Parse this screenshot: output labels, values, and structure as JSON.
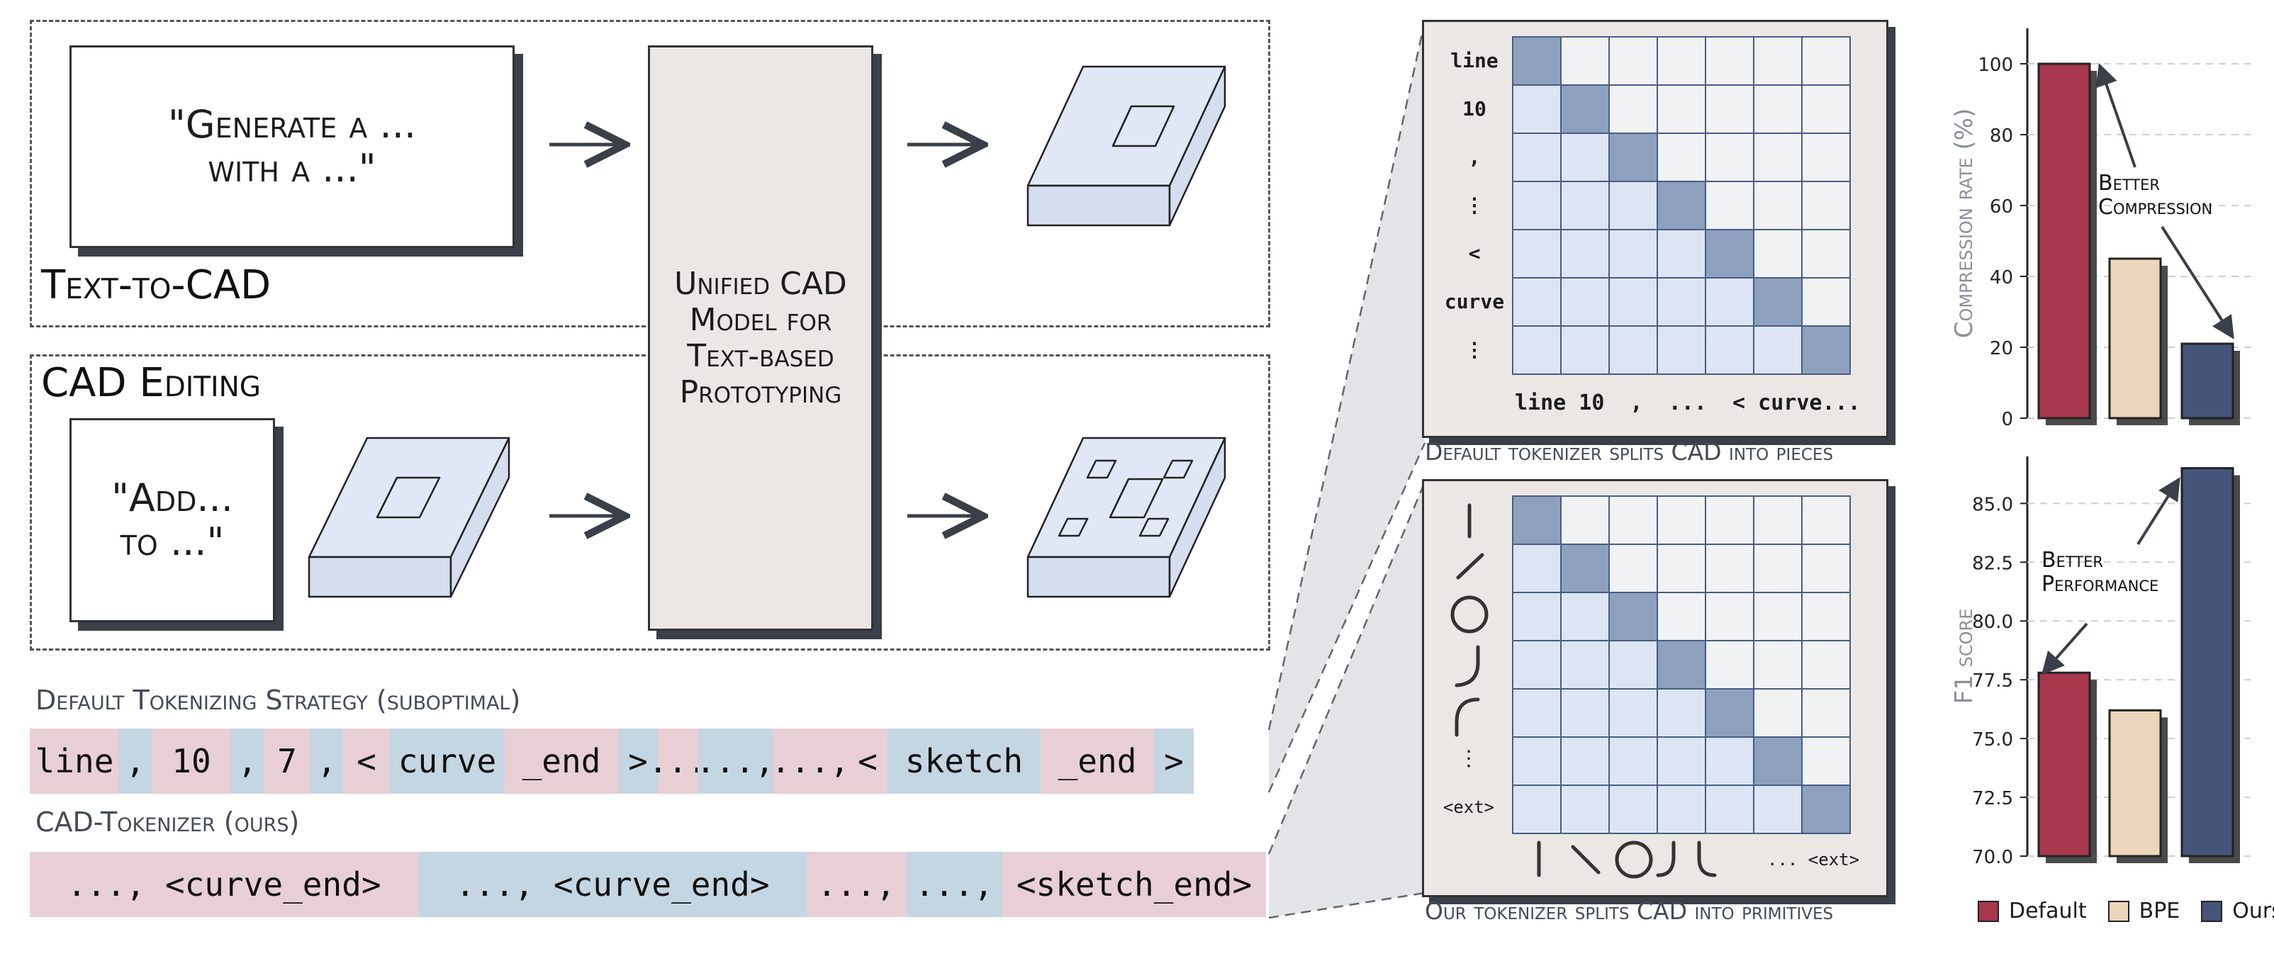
{
  "left_panel": {
    "text_to_cad_label": "Text-to-CAD",
    "cad_editing_label": "CAD Editing",
    "prompt_generate": "\"Generate a ...\nwith a ...\"",
    "prompt_add": "\"Add...\nto ...\"",
    "unified_model": "Unified CAD\nModel for\nText-based\nPrototyping"
  },
  "tokenizing": {
    "default_title": "Default Tokenizing Strategy (suboptimal)",
    "default_tokens": [
      {
        "text": "line",
        "color": "pink"
      },
      {
        "text": ",",
        "color": "blue"
      },
      {
        "text": "10",
        "color": "pink"
      },
      {
        "text": ",",
        "color": "blue"
      },
      {
        "text": "7",
        "color": "pink"
      },
      {
        "text": ",",
        "color": "blue"
      },
      {
        "text": "<",
        "color": "pink"
      },
      {
        "text": "curve",
        "color": "blue"
      },
      {
        "text": "_end",
        "color": "pink"
      },
      {
        "text": ">",
        "color": "blue"
      },
      {
        "text": "...",
        "color": "pink"
      },
      {
        "text": "...,",
        "color": "blue"
      },
      {
        "text": "...,",
        "color": "pink"
      },
      {
        "text": "<",
        "color": "pink"
      },
      {
        "text": "sketch",
        "color": "blue"
      },
      {
        "text": "_end",
        "color": "pink"
      },
      {
        "text": ">",
        "color": "blue"
      }
    ],
    "ours_title": "CAD-Tokenizer (ours)",
    "ours_tokens": [
      {
        "text": "..., <curve_end>",
        "color": "pink"
      },
      {
        "text": "..., <curve_end>",
        "color": "blue"
      },
      {
        "text": "...,",
        "color": "pink"
      },
      {
        "text": "...,",
        "color": "blue"
      },
      {
        "text": "<sketch_end>",
        "color": "pink"
      }
    ]
  },
  "matrices": {
    "top_row_labels": [
      "line",
      "10",
      ",",
      "⋮",
      "<",
      "curve",
      "⋮"
    ],
    "top_axis_label": "line 10  ,  ...  < curve...",
    "top_caption": "Default tokenizer splits CAD into pieces",
    "bottom_row_last": "<ext>",
    "bottom_row_vdots": "⋮",
    "bottom_axis_label": "... <ext>",
    "bottom_caption": "Our tokenizer splits CAD into primitives",
    "colors": {
      "diag": "#8da0bd",
      "lower": "#dbe5f4",
      "upper": "#f1f2f4",
      "grid": "#4a5c84",
      "panel": "#ebe7e4"
    }
  },
  "chart_data": [
    {
      "type": "bar",
      "categories": [
        "Default",
        "BPE",
        "Ours"
      ],
      "values": [
        100,
        45,
        21
      ],
      "ylabel": "Compression rate (%)",
      "ylim": [
        0,
        110
      ],
      "yticks": [
        "0",
        "20",
        "40",
        "60",
        "80",
        "100"
      ],
      "annotation": "Better\nCompression",
      "grid": "horizontal dashed"
    },
    {
      "type": "bar",
      "categories": [
        "Default",
        "BPE",
        "Ours"
      ],
      "values": [
        77.8,
        76.2,
        86.5
      ],
      "ylabel": "F1 score",
      "ylim": [
        70,
        87
      ],
      "yticks": [
        "70.0",
        "72.5",
        "75.0",
        "77.5",
        "80.0",
        "82.5",
        "85.0"
      ],
      "annotation": "Better\nPerformance",
      "grid": "horizontal dashed"
    }
  ],
  "legend": [
    {
      "label": "Default",
      "color": "#a8384e"
    },
    {
      "label": "BPE",
      "color": "#ecd6bb"
    },
    {
      "label": "Ours",
      "color": "#45557a"
    }
  ]
}
